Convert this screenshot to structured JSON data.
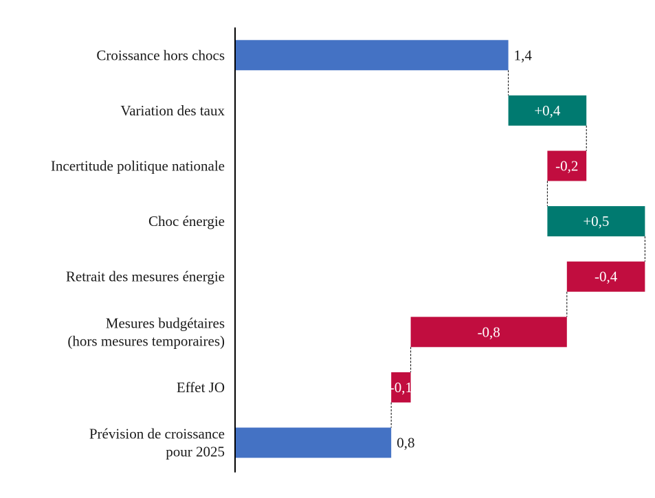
{
  "chart_data": {
    "type": "bar",
    "orientation": "horizontal",
    "style": "waterfall",
    "title": "",
    "xlabel": "",
    "ylabel": "",
    "grid": false,
    "legend": "none",
    "xlim": [
      0,
      2.1
    ],
    "categories": [
      [
        "Croissance hors chocs"
      ],
      [
        "Variation des taux"
      ],
      [
        "Incertitude politique nationale"
      ],
      [
        "Choc énergie"
      ],
      [
        "Retrait des mesures énergie"
      ],
      [
        "Mesures budgétaires",
        "(hors mesures temporaires)"
      ],
      [
        "Effet JO"
      ],
      [
        "Prévision de croissance",
        "pour 2025"
      ]
    ],
    "bars": [
      {
        "kind": "total",
        "start": 0.0,
        "end": 1.4,
        "value": 1.4,
        "label": "1,4"
      },
      {
        "kind": "delta",
        "start": 1.4,
        "end": 1.8,
        "value": 0.4,
        "label": "+0,4"
      },
      {
        "kind": "delta",
        "start": 1.8,
        "end": 1.6,
        "value": -0.2,
        "label": "-0,2"
      },
      {
        "kind": "delta",
        "start": 1.6,
        "end": 2.1,
        "value": 0.5,
        "label": "+0,5"
      },
      {
        "kind": "delta",
        "start": 2.1,
        "end": 1.7,
        "value": -0.4,
        "label": "-0,4"
      },
      {
        "kind": "delta",
        "start": 1.7,
        "end": 0.9,
        "value": -0.8,
        "label": "-0,8"
      },
      {
        "kind": "delta",
        "start": 0.9,
        "end": 0.8,
        "value": -0.1,
        "label": "-0,1"
      },
      {
        "kind": "total",
        "start": 0.0,
        "end": 0.8,
        "value": 0.8,
        "label": "0,8"
      }
    ],
    "colors": {
      "total": "#4472C4",
      "positive": "#007A70",
      "negative": "#C10D3F",
      "axis": "#000000",
      "connector": "#000000",
      "total_label": "#1a1a1a",
      "delta_label": "#ffffff"
    }
  }
}
